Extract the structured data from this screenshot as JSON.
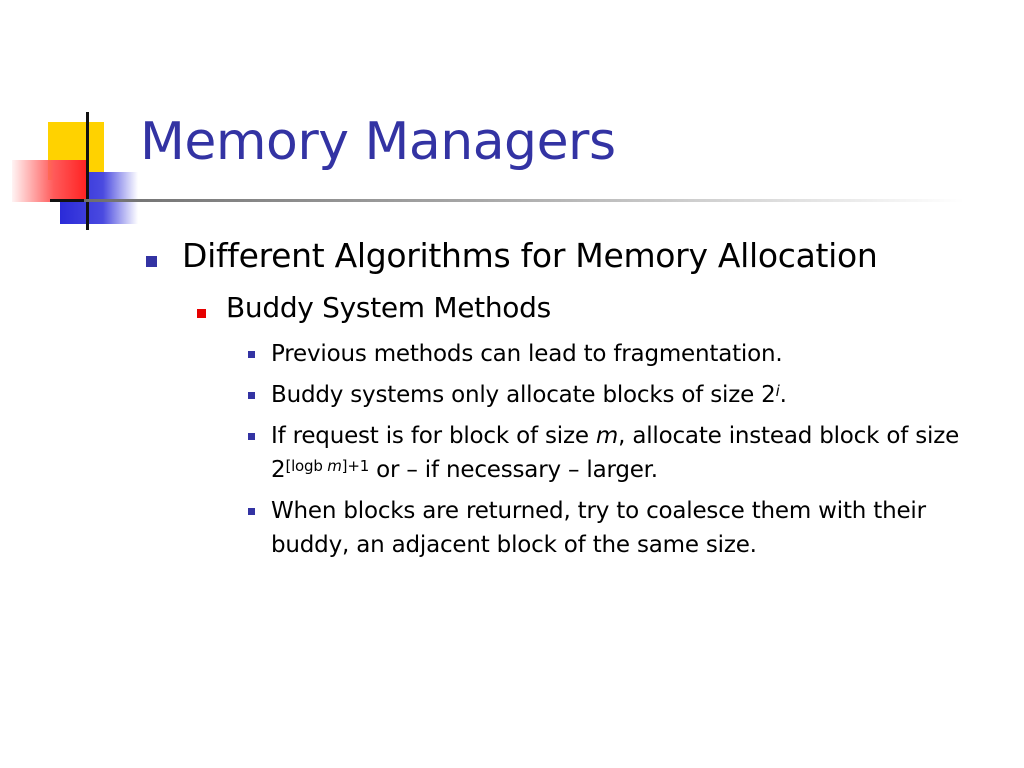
{
  "slide": {
    "title": "Memory Managers",
    "bullets": [
      {
        "level": 1,
        "text": "Different Algorithms for Memory Allocation"
      },
      {
        "level": 2,
        "text": "Buddy System Methods"
      },
      {
        "level": 3,
        "text": "Previous methods can lead to fragmentation."
      },
      {
        "level": 3,
        "text_before": "Buddy systems only allocate blocks of size 2",
        "sup": "i",
        "text_after": "."
      },
      {
        "level": 3,
        "text_before": "If request is for block of size ",
        "italic": "m",
        "text_middle": ", allocate instead block of size 2",
        "sup_a": "[logb ",
        "sup_italic": "m",
        "sup_b": "]+1",
        "text_after": " or – if necessary – larger."
      },
      {
        "level": 3,
        "text": "When blocks are returned, try to coalesce them with their buddy, an adjacent block of the same size."
      }
    ]
  },
  "colors": {
    "title": "#3333a3",
    "bullet_level1": "#3333a3",
    "bullet_level2": "#e60000",
    "bullet_level3": "#3333a3"
  }
}
